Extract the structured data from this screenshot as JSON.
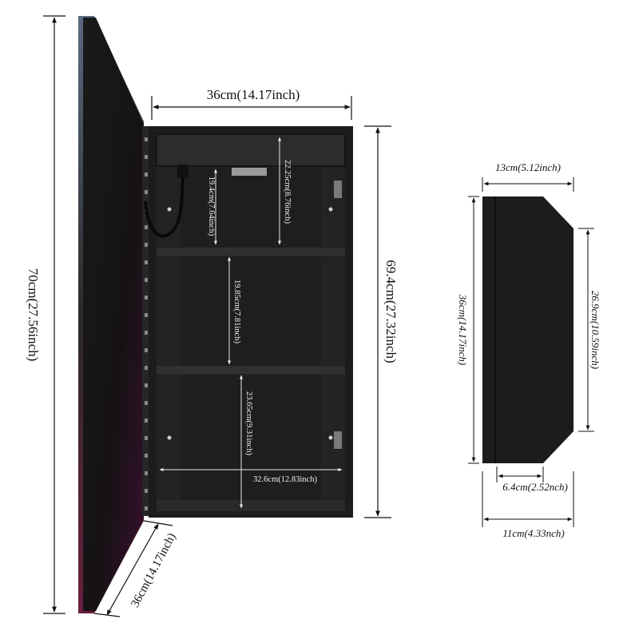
{
  "colors": {
    "background": "#ffffff",
    "cabinet": "#1c1c1c",
    "cabinet_inner": "#262626",
    "door_panel": "#141414",
    "dimension_line": "#111111",
    "inner_dimension_text": "#f2f2f2",
    "inner_dimension_line": "#e8e8e8"
  },
  "front_view": {
    "total_height": "70cm(27.56inch)",
    "door_width": "36cm(14.17inch)",
    "cabinet_width": "36cm(14.17inch)",
    "cabinet_height": "69.4cm(27.32inch)",
    "top_compartment_height": "22.25cm(8.76inch)",
    "top_inner_height": "19.4cm(7.64inch)",
    "middle_compartment_height": "19.85cm(7.81inch)",
    "bottom_compartment_height": "23.65cm(9.31inch)",
    "inner_width": "32.6cm(12.83inch)"
  },
  "side_view": {
    "top_depth": "13cm(5.12inch)",
    "height": "36cm(14.17inch)",
    "back_height": "26.9cm(10.59inch)",
    "bottom_inner_depth": "6.4cm(2.52nch)",
    "bottom_depth": "11cm(4.33nch)"
  },
  "icons": [
    "hinge-icon",
    "power-cable-icon",
    "led-light-icon",
    "latch-icon"
  ]
}
